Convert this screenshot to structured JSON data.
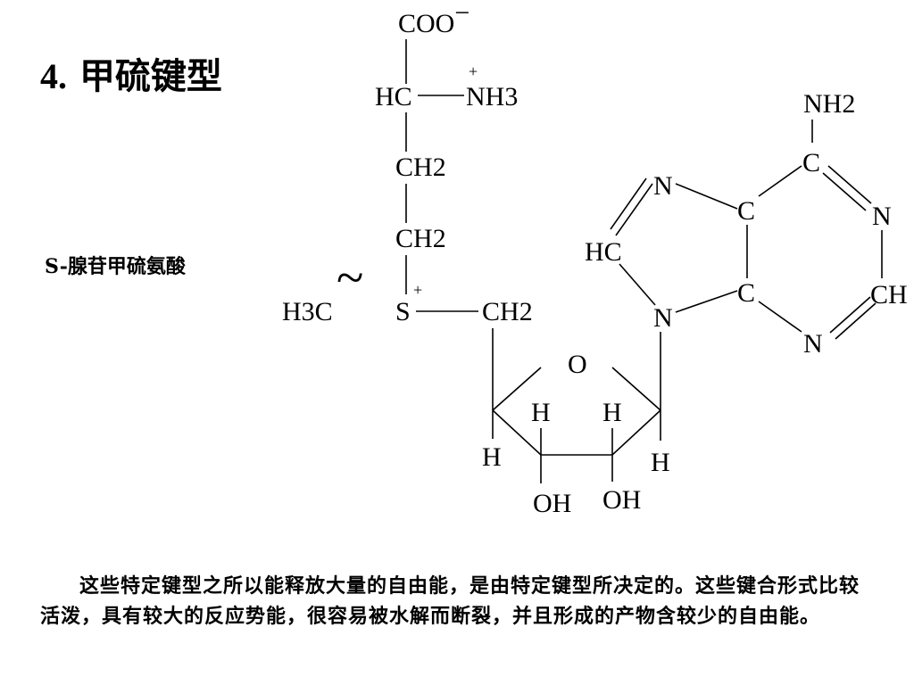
{
  "slide": {
    "title_number": "4.",
    "title_text": "甲硫键型",
    "compound_name": "S-腺苷甲硫氨酸",
    "explanation": "这些特定键型之所以能释放大量的自由能，是由特定键型所决定的。这些键合形式比较活泼，具有较大的反应势能，很容易被水解而断裂，并且形成的产物含较少的自由能。"
  },
  "structure": {
    "carboxylate": "COO",
    "carboxylate_charge": "−",
    "alpha_carbon": "HC",
    "ammonium_base": "NH",
    "ammonium_subscript": "3",
    "ammonium_charge": "+",
    "methylene_1_base": "CH",
    "methylene_1_subscript": "2",
    "methylene_2_base": "CH",
    "methylene_2_subscript": "2",
    "methyl_base": "H",
    "methyl_subscript": "3",
    "methyl_suffix": "C",
    "high_energy_bond_symbol": "~",
    "sulfur": "S",
    "sulfur_charge": "+",
    "ribose_methylene_base": "CH",
    "ribose_methylene_subscript": "2",
    "ring_oxygen": "O",
    "ribose_h_c4": "H",
    "ribose_h_c3": "H",
    "ribose_h_c2": "H",
    "ribose_h_c1": "H",
    "hydroxyl_c3": "OH",
    "hydroxyl_c2": "OH",
    "amino_base": "NH",
    "amino_subscript": "2",
    "purine_c6": "C",
    "purine_n1": "N",
    "purine_c2": "CH",
    "purine_n3": "N",
    "purine_c4": "C",
    "purine_c5": "C",
    "purine_n7": "N",
    "purine_c8": "HC",
    "purine_n9": "N"
  }
}
